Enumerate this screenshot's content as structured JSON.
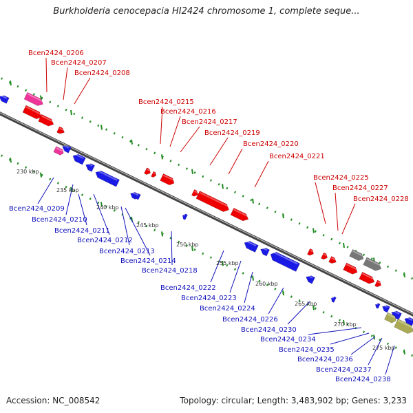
{
  "title": "Burkholderia cenocepacia HI2424 chromosome 1, complete seque...",
  "footer": {
    "accession_label": "Accession:",
    "accession": "NC_008542",
    "summary": "Topology: circular; Length: 3,483,902 bp; Genes: 3,233"
  },
  "colors": {
    "forward_gene": "#ee0000",
    "reverse_gene": "#1a1ae6",
    "forward_label": "#cc0000",
    "reverse_label": "#1010bb",
    "pseudo": "#ee3399",
    "rna": "#777777",
    "other": "#aaaa55",
    "tick": "#228b22"
  },
  "scale_labels": [
    "230 kbp",
    "235 kbp",
    "240 kbp",
    "245 kbp",
    "250 kbp",
    "255 kbp",
    "260 kbp",
    "265 kbp",
    "270 kbp",
    "275 kbp"
  ],
  "forward_labels": [
    "Bcen2424_0206",
    "Bcen2424_0207",
    "Bcen2424_0208",
    "Bcen2424_0215",
    "Bcen2424_0216",
    "Bcen2424_0217",
    "Bcen2424_0219",
    "Bcen2424_0220",
    "Bcen2424_0221",
    "Bcen2424_0225",
    "Bcen2424_0227",
    "Bcen2424_0228"
  ],
  "reverse_labels": [
    "Bcen2424_0209",
    "Bcen2424_0210",
    "Bcen2424_0211",
    "Bcen2424_0212",
    "Bcen2424_0213",
    "Bcen2424_0214",
    "Bcen2424_0218",
    "Bcen2424_0222",
    "Bcen2424_0223",
    "Bcen2424_0224",
    "Bcen2424_0226",
    "Bcen2424_0230",
    "Bcen2424_0234",
    "Bcen2424_0235",
    "Bcen2424_0236",
    "Bcen2424_0237",
    "Bcen2424_0238"
  ]
}
